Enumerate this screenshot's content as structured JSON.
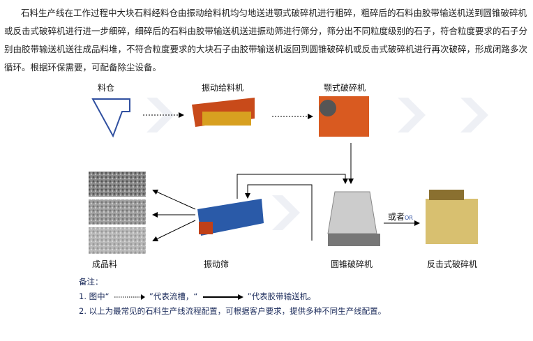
{
  "intro": "石料生产线在工作过程中大块石料经料仓由振动给料机均匀地送进颚式破碎机进行粗碎，粗碎后的石料由胶带输送机送到圆锥破碎机或反击式破碎机进行进一步细碎，细碎后的石料由胶带输送机送进振动筛进行筛分，筛分出不同粒度级别的石子，符合粒度要求的石子分别由胶带输送机送往成品料堆，不符合粒度要求的大块石子由胶带输送机返回到圆锥破碎机或反击式破碎机进行再次破碎，形成闭路多次循环。根据环保需要，可配备除尘设备。",
  "diagram": {
    "hopper": "料仓",
    "feeder": "振动给料机",
    "jaw": "颚式破碎机",
    "product": "成品料",
    "screen": "振动筛",
    "cone": "圆锥破碎机",
    "impact": "反击式破碎机",
    "or": "或者",
    "or_en": "OR"
  },
  "notes": {
    "title": "备注：",
    "n1_a": "1. 图中“",
    "n1_b": "”代表流槽，“",
    "n1_c": "”代表胶带输送机。",
    "n2": "2. 以上为最常见的石料生产线流程配置，可根据客户要求，提供多种不同生产线配置。"
  }
}
